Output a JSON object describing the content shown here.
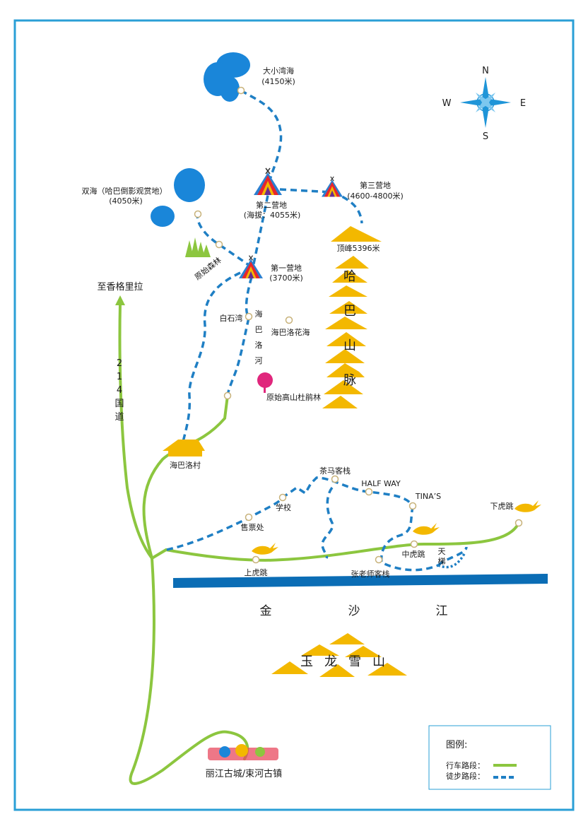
{
  "colors": {
    "frame": "#2a9fd6",
    "road": "#8cc63f",
    "trail": "#1f7fc4",
    "river": "#0b6db5",
    "lake": "#1a86d9",
    "mountain": "#f3b800",
    "compass": "#1f95d8"
  },
  "compass": {
    "n": "N",
    "s": "S",
    "e": "E",
    "w": "W"
  },
  "lakes": {
    "daxiaowan": {
      "name": "大小湾海",
      "alt": "(4150米)"
    },
    "shuanghai": {
      "name": "双海（哈巴倒影观赏地）",
      "alt": "(4050米)"
    }
  },
  "camps": {
    "camp2": {
      "name": "第二营地",
      "alt": "(海拔：4055米)"
    },
    "camp3": {
      "name": "第三营地",
      "alt": "(4600-4800米)"
    },
    "camp1": {
      "name": "第一营地",
      "alt": "(3700米)"
    }
  },
  "places": {
    "forest": "原始森林",
    "baishiwan": "白石湾",
    "flower_sea": "海巴洛花海",
    "rhododendron": "原始高山杜鹃林",
    "habaluo_village": "海巴洛村",
    "summit": "顶峰5396米",
    "shangri_la": "至香格里拉",
    "chama_inn": "茶马客栈",
    "halfway": "HALF WAY",
    "tinas": "TINA’S",
    "school": "学校",
    "ticket_office": "售票处",
    "upper_tiger": "上虎跳",
    "zhang_inn": "张老师客栈",
    "middle_tiger": "中虎跳",
    "tianti": "天\n梯",
    "lower_tiger": "下虎跳",
    "lijiang": "丽江古城/束河古镇"
  },
  "vertical_labels": {
    "haba_river": [
      "海",
      "巴",
      "洛",
      "河"
    ],
    "haba_range": [
      "哈",
      "巴",
      "山",
      "脉"
    ],
    "national_road": [
      "2",
      "1",
      "4",
      "国",
      "道"
    ]
  },
  "spaced_labels": {
    "jinsha": [
      "金",
      "沙",
      "江"
    ],
    "yulong": [
      "玉",
      "龙",
      "雪",
      "山"
    ]
  },
  "legend": {
    "title": "图例:",
    "road_label": "行车路段：",
    "trail_label": "徒步路段："
  }
}
